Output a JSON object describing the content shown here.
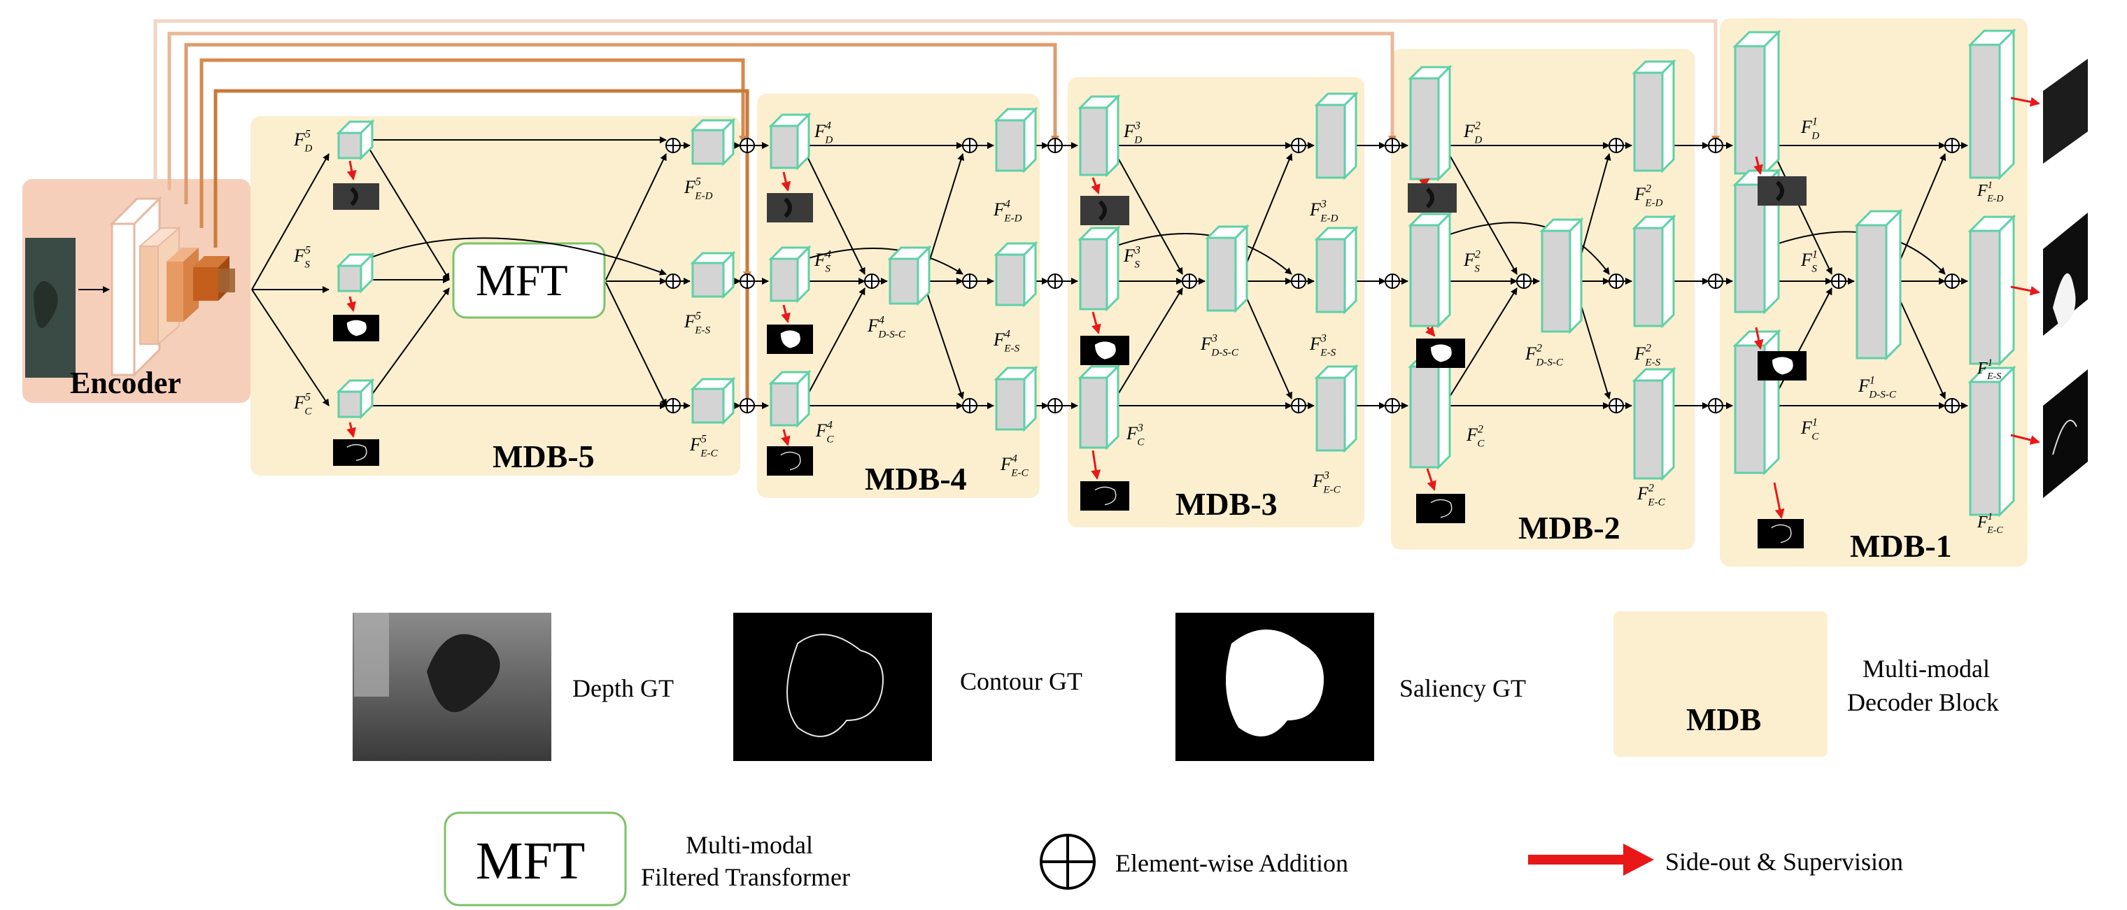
{
  "encoder": {
    "label": "Encoder"
  },
  "mft": {
    "label": "MFT"
  },
  "blocks": [
    {
      "label": "MDB-5",
      "level": "5"
    },
    {
      "label": "MDB-4",
      "level": "4"
    },
    {
      "label": "MDB-3",
      "level": "3"
    },
    {
      "label": "MDB-2",
      "level": "2"
    },
    {
      "label": "MDB-1",
      "level": "1"
    }
  ],
  "feature_names": {
    "depth": "F",
    "depth_sub": "D",
    "saliency_sub": "S",
    "contour_sub": "C",
    "dsc_sub": "D-S-C",
    "ed_sub": "E-D",
    "es_sub": "E-S",
    "ec_sub": "E-C"
  },
  "legend": {
    "depth_gt": "Depth GT",
    "contour_gt": "Contour GT",
    "saliency_gt": "Saliency GT",
    "mdb_short": "MDB",
    "mdb_line1": "Multi-modal",
    "mdb_line2": "Decoder Block",
    "mft_short": "MFT",
    "mft_line1": "Multi-modal",
    "mft_line2": "Filtered Transformer",
    "addition": "Element-wise Addition",
    "sideout": "Side-out & Supervision"
  },
  "colors": {
    "block_bg": "#fcefcf",
    "encoder_bg": "#f6cfbb",
    "feature_edge": "#5fd0a8",
    "feature_face": "#d4d4d4",
    "sideout": "#e81818",
    "mft_border": "#7cc26a",
    "skip1": "#c97a3a",
    "skip2": "#dc9c6e",
    "skip3": "#eab79a",
    "skip4": "#f3d4c3"
  }
}
